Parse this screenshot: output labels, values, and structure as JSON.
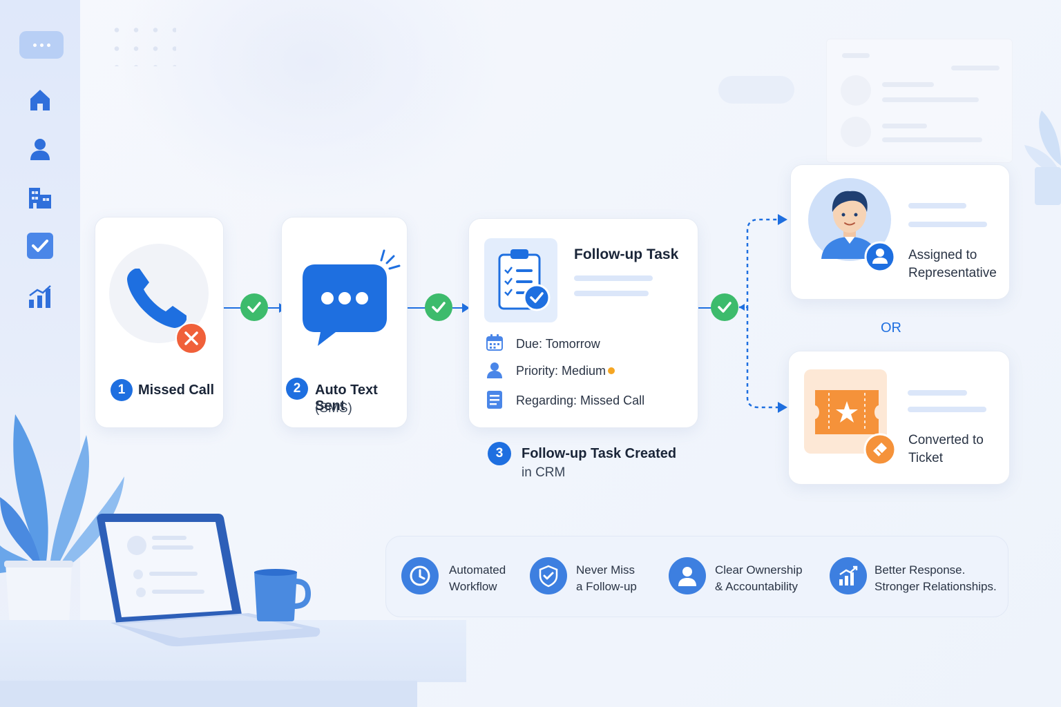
{
  "steps": {
    "missed_call": {
      "number": "1",
      "title": "Missed Call"
    },
    "auto_text": {
      "number": "2",
      "title": "Auto Text Sent",
      "subtitle": "(SMS)"
    },
    "task": {
      "number": "3",
      "card_title": "Follow-up Task",
      "due": "Due: Tomorrow",
      "priority": "Priority: Medium",
      "regarding": "Regarding: Missed Call",
      "caption_title": "Follow-up Task Created",
      "caption_sub": "in CRM"
    }
  },
  "outcomes": {
    "assigned": {
      "line1": "Assigned to",
      "line2": "Representative"
    },
    "or_label": "OR",
    "ticket": {
      "line1": "Converted to",
      "line2": "Ticket"
    }
  },
  "benefits": [
    {
      "icon": "clock-icon",
      "line1": "Automated",
      "line2": "Workflow"
    },
    {
      "icon": "shield-check-icon",
      "line1": "Never Miss",
      "line2": "a Follow-up"
    },
    {
      "icon": "user-icon",
      "line1": "Clear Ownership",
      "line2": "& Accountability"
    },
    {
      "icon": "growth-chart-icon",
      "line1": "Better Response.",
      "line2": "Stronger Relationships."
    }
  ],
  "colors": {
    "primary": "#1e6fe0",
    "success": "#3dbb6c",
    "error": "#f0603a",
    "ticket": "#f5923a",
    "priority_medium": "#f5a623"
  }
}
